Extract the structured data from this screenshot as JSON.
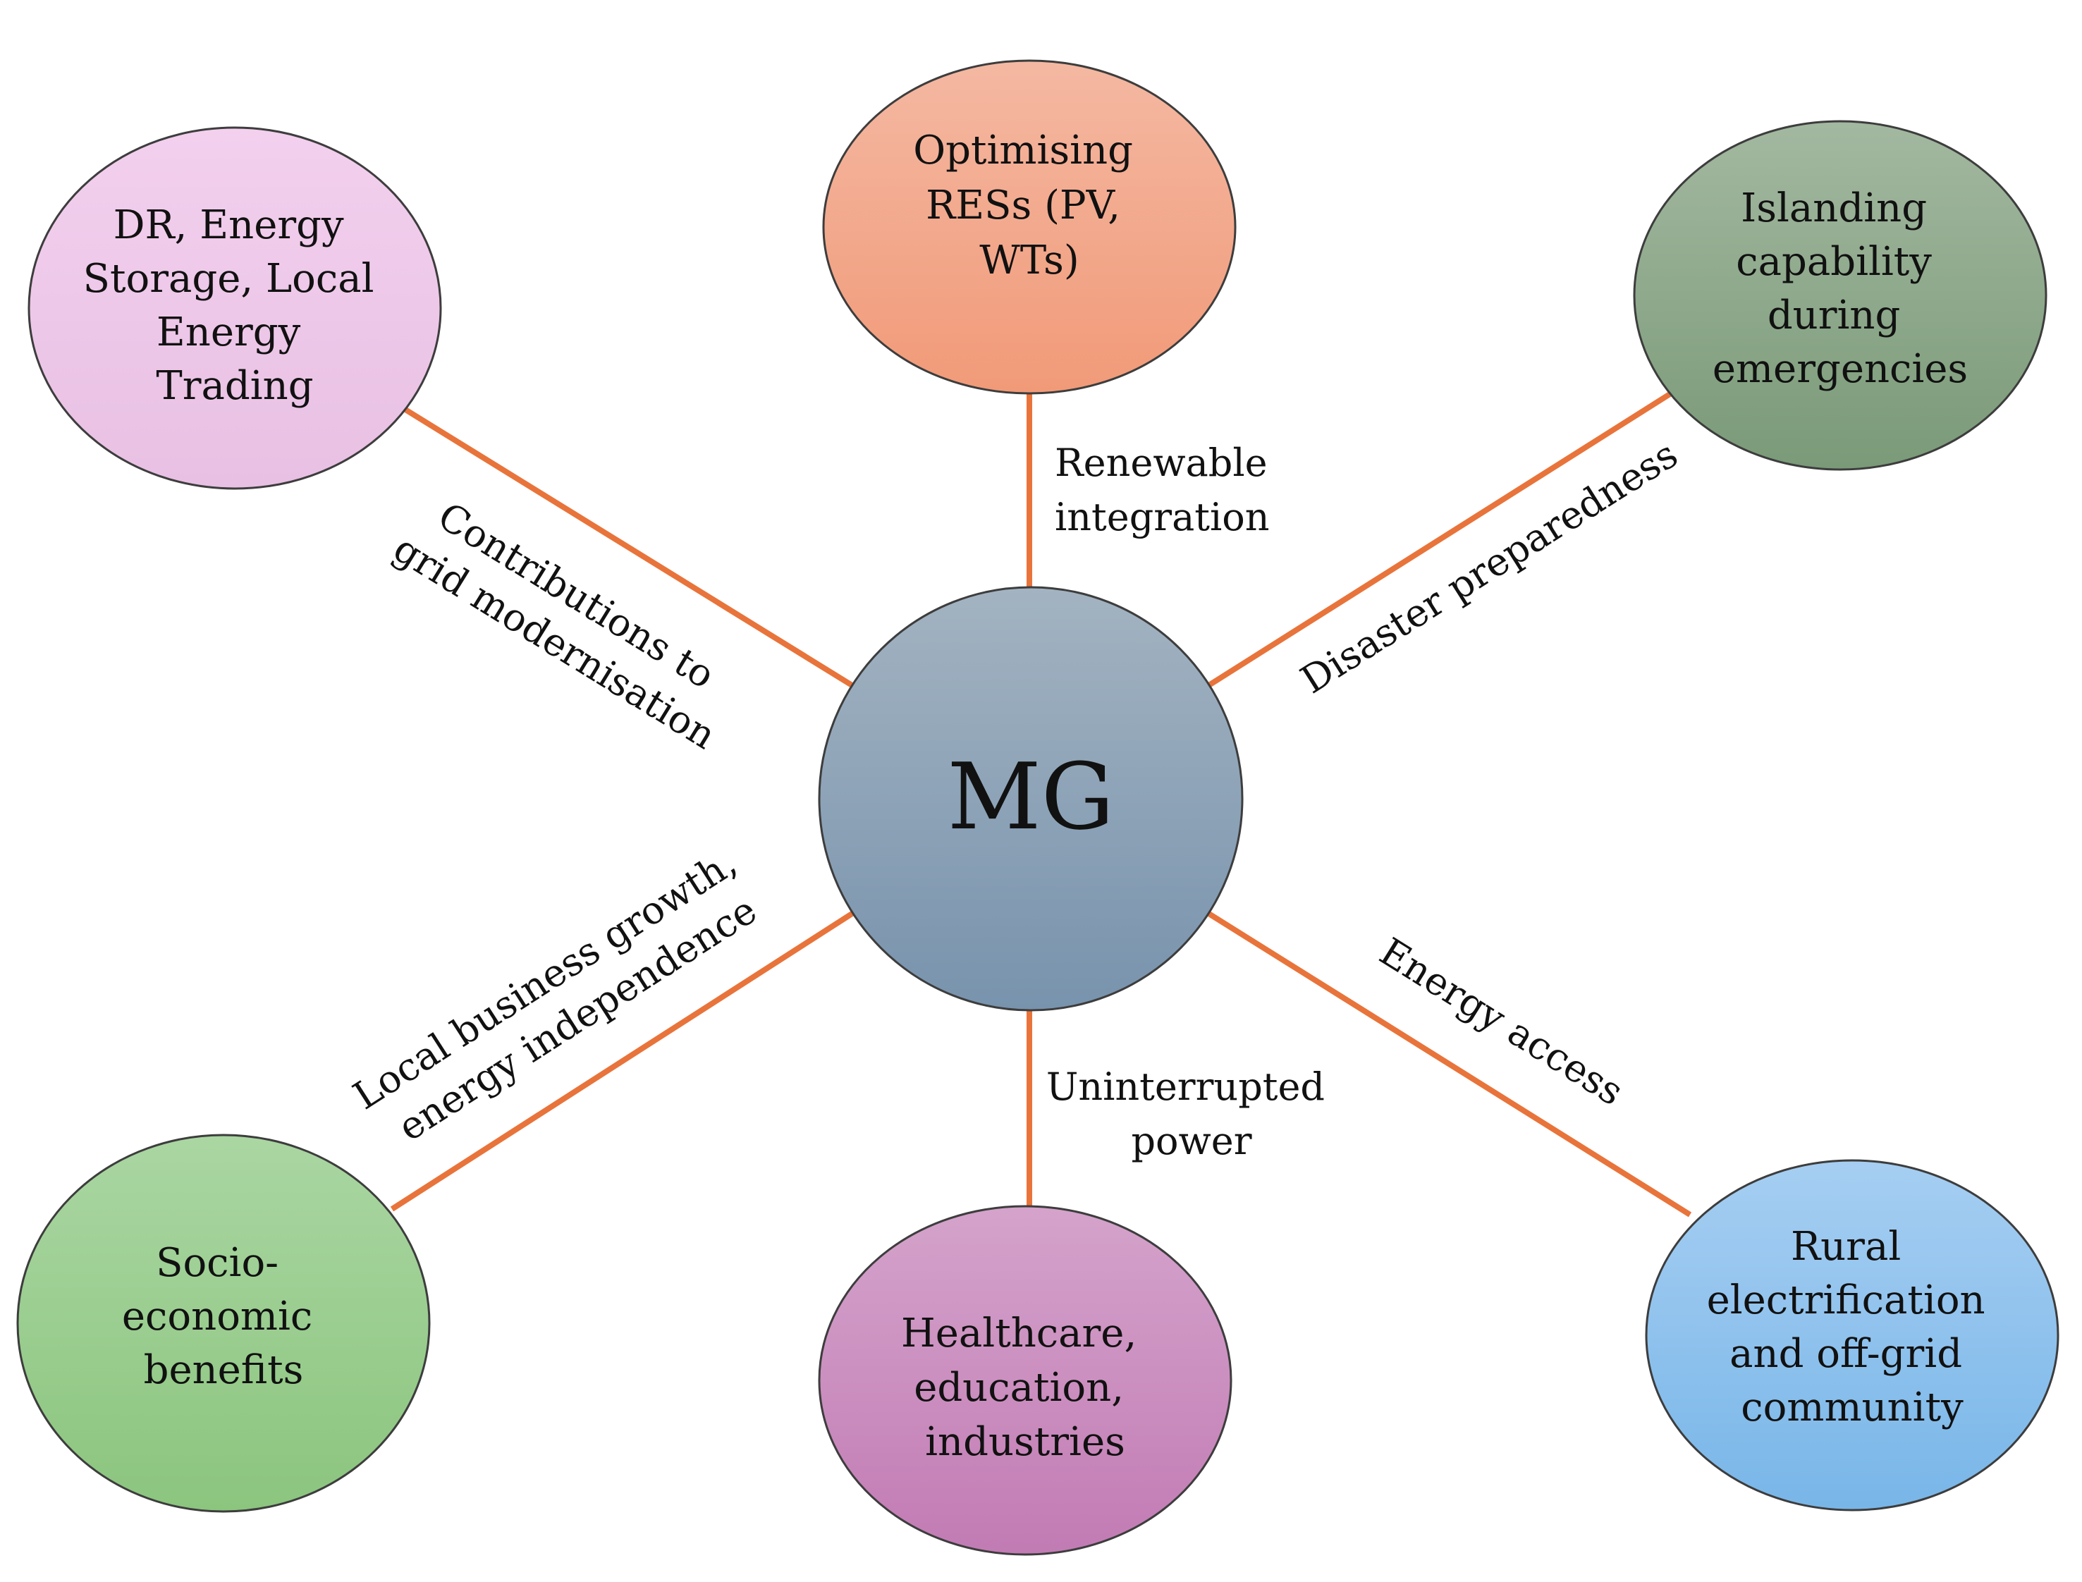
{
  "center": {
    "label": "MG",
    "colors": {
      "top": "#a3b3c1",
      "bottom": "#7893ad"
    }
  },
  "edge_color": "#e8743b",
  "nodes": [
    {
      "id": "optimising-res",
      "lines": [
        "Optimising",
        "RESs (PV,",
        "WTs)"
      ],
      "colors": {
        "top": "#f4b8a2",
        "bottom": "#f19a78"
      },
      "edge_label": [
        "Renewable",
        "integration"
      ]
    },
    {
      "id": "islanding",
      "lines": [
        "Islanding",
        "capability",
        "during",
        "emergencies"
      ],
      "colors": {
        "top": "#a3b8a0",
        "bottom": "#7a9a78"
      },
      "edge_label": [
        "Disaster preparedness"
      ]
    },
    {
      "id": "rural-electrification",
      "lines": [
        "Rural",
        "electrification",
        "and off-grid",
        "community"
      ],
      "colors": {
        "top": "#a6cef2",
        "bottom": "#78b6e8"
      },
      "edge_label": [
        "Energy access"
      ]
    },
    {
      "id": "healthcare",
      "lines": [
        "Healthcare,",
        "education,",
        "industries"
      ],
      "colors": {
        "top": "#d4a3cb",
        "bottom": "#c27bb4"
      },
      "edge_label": [
        "Uninterrupted",
        "power"
      ]
    },
    {
      "id": "socio-economic",
      "lines": [
        "Socio-",
        "economic",
        "benefits"
      ],
      "colors": {
        "top": "#aad6a2",
        "bottom": "#8bc57e"
      },
      "edge_label": [
        "Local business growth,",
        "energy independence"
      ]
    },
    {
      "id": "dr-storage",
      "lines": [
        "DR, Energy",
        "Storage, Local",
        "Energy",
        "Trading"
      ],
      "colors": {
        "top": "#f3d0ee",
        "bottom": "#e8c0e3"
      },
      "edge_label": [
        "Contributions to",
        "grid modernisation"
      ]
    }
  ]
}
